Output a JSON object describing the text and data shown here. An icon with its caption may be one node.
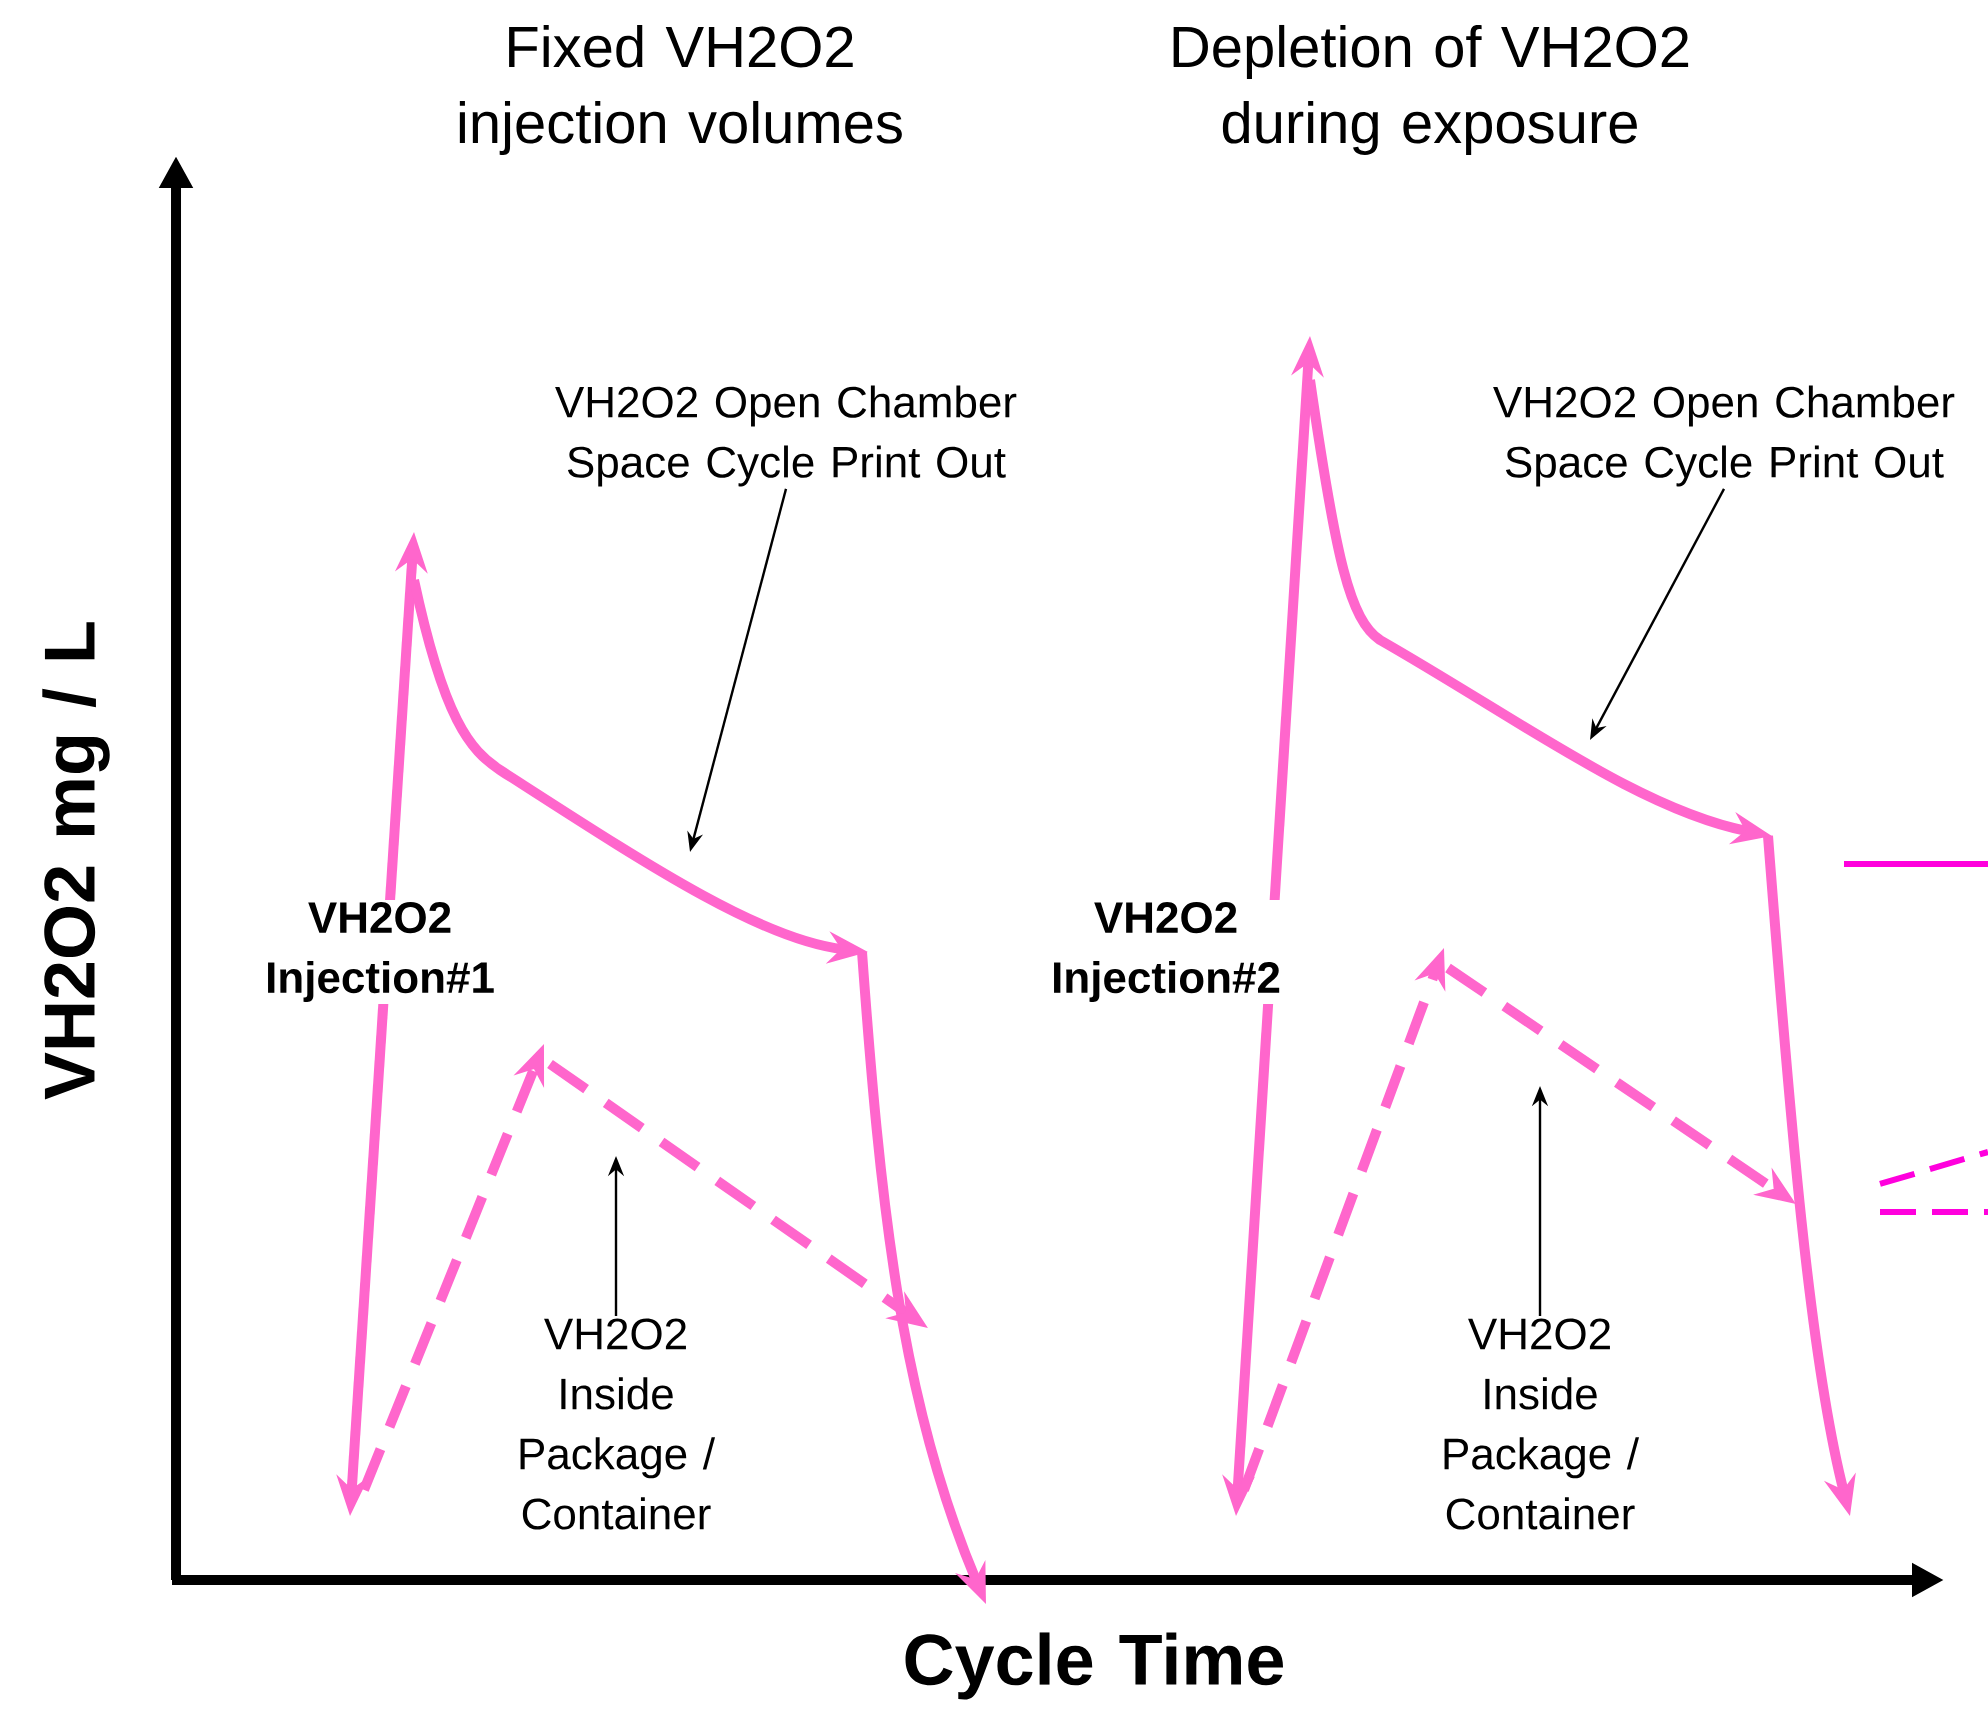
{
  "diagram": {
    "nodes": [
      {
        "text": [
          "VH2O2 Open Chamber Space Cycle Print Out"
        ]
      },
      {
        "text": [
          "VH2O2 Inside Package / Container"
        ]
      },
      {
        "text": [
          "VH2O2 Open Chamber Space Cycle Print Out"
        ]
      },
      {
        "text": [
          "VH2O2 Inside Package / Container"
        ]
      }
    ],
    "edges": [
      {
        "from": 0,
        "to": null,
        "arrow": "to"
      },
      {
        "from": 1,
        "to": null,
        "arrow": "to"
      },
      {
        "from": 2,
        "to": null,
        "arrow": "to"
      },
      {
        "from": 3,
        "to": null,
        "arrow": "to"
      }
    ],
    "labels": [
      "Fixed VH2O2 injection volumes",
      "Depletion of VH2O2 during exposure",
      "VH2O2 Injection#1",
      "VH2O2 Injection#2",
      "VH2O2 mg / L",
      "Cycle Time"
    ]
  }
}
